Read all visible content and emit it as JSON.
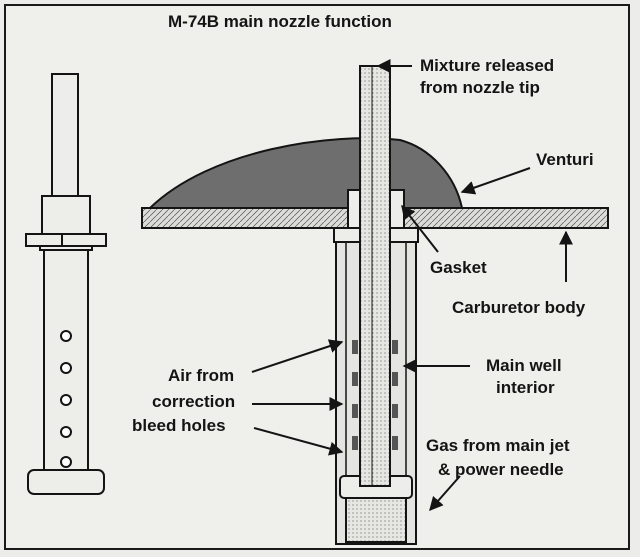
{
  "title": "M-74B main nozzle function",
  "labels": {
    "mixture_released": [
      "Mixture released",
      "from nozzle tip"
    ],
    "venturi": "Venturi",
    "gasket": "Gasket",
    "carburetor_body": "Carburetor body",
    "main_well_interior": [
      "Main well",
      "interior"
    ],
    "air_from_correction": [
      "Air from",
      "correction",
      "bleed holes"
    ],
    "gas_from_main_jet": [
      "Gas from main jet",
      "& power needle"
    ]
  },
  "colors": {
    "ink": "#141414",
    "venturi_fill": "#6e6e6e",
    "body_fill": "#cfcfcc",
    "background": "#efefec"
  }
}
